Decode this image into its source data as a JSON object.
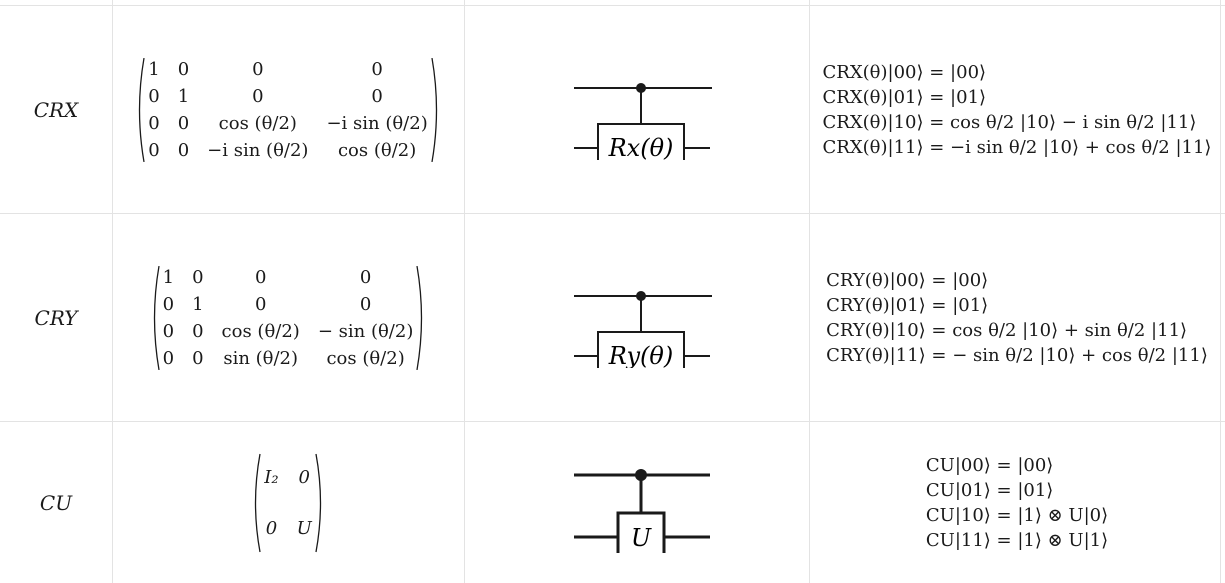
{
  "rows": [
    {
      "name": "CRX",
      "matrix": [
        [
          "1",
          "0",
          "0",
          "0"
        ],
        [
          "0",
          "1",
          "0",
          "0"
        ],
        [
          "0",
          "0",
          "cos (θ/2)",
          "−i sin (θ/2)"
        ],
        [
          "0",
          "0",
          "−i sin (θ/2)",
          "cos (θ/2)"
        ]
      ],
      "gate_label": "Rx(θ)",
      "equations": [
        "CRX(θ)|00⟩ = |00⟩",
        "CRX(θ)|01⟩ = |01⟩",
        "CRX(θ)|10⟩ = cos θ/2 |10⟩ − i sin θ/2 |11⟩",
        "CRX(θ)|11⟩ = −i sin θ/2 |10⟩ + cos θ/2 |11⟩"
      ]
    },
    {
      "name": "CRY",
      "matrix": [
        [
          "1",
          "0",
          "0",
          "0"
        ],
        [
          "0",
          "1",
          "0",
          "0"
        ],
        [
          "0",
          "0",
          "cos (θ/2)",
          "− sin (θ/2)"
        ],
        [
          "0",
          "0",
          "sin (θ/2)",
          "cos (θ/2)"
        ]
      ],
      "gate_label": "Ry(θ)",
      "equations": [
        "CRY(θ)|00⟩ = |00⟩",
        "CRY(θ)|01⟩ = |01⟩",
        "CRY(θ)|10⟩ = cos θ/2 |10⟩ + sin θ/2 |11⟩",
        "CRY(θ)|11⟩ = − sin θ/2 |10⟩ + cos θ/2 |11⟩"
      ]
    },
    {
      "name": "CU",
      "matrix": [
        [
          "I₂",
          "0"
        ],
        [
          "0",
          "U"
        ]
      ],
      "gate_label": "U",
      "equations": [
        "CU|00⟩ = |00⟩",
        "CU|01⟩ = |01⟩",
        "CU|10⟩ = |1⟩ ⊗ U|0⟩",
        "CU|11⟩ = |1⟩ ⊗ U|1⟩"
      ]
    }
  ]
}
